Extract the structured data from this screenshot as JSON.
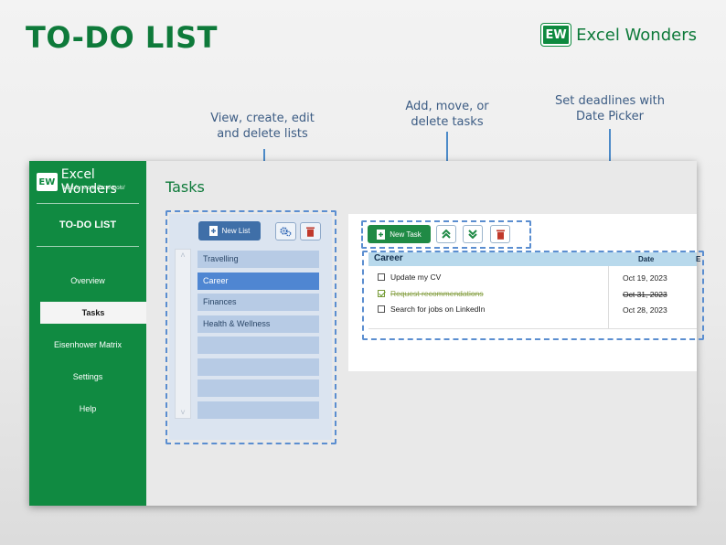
{
  "header": {
    "title": "TO-DO LIST",
    "brand_logo": "EW",
    "brand_name": "Excel Wonders"
  },
  "callouts": {
    "lists": [
      "View, create, edit",
      "and delete lists"
    ],
    "tasks": [
      "Add, move, or",
      "delete tasks"
    ],
    "deadlines": [
      "Set deadlines with",
      "Date Picker"
    ]
  },
  "sidebar": {
    "logo": "EW",
    "brand": "Excel Wonders",
    "subtitle": "Visit for more Excel tools!",
    "title": "TO-DO LIST",
    "items": [
      {
        "label": "Overview",
        "active": false
      },
      {
        "label": "Tasks",
        "active": true
      },
      {
        "label": "Eisenhower Matrix",
        "active": false
      },
      {
        "label": "Settings",
        "active": false
      },
      {
        "label": "Help",
        "active": false
      }
    ]
  },
  "main": {
    "page_title": "Tasks",
    "new_list_label": "New List",
    "lists": [
      "Travelling",
      "Career",
      "Finances",
      "Health & Wellness",
      "",
      "",
      "",
      ""
    ],
    "selected_list": "Career",
    "new_task_label": "New Task",
    "task_category": "Career",
    "date_column": "Date",
    "extra_column": "E",
    "tasks": [
      {
        "label": "Update my CV",
        "date": "Oct 19, 2023",
        "done": false
      },
      {
        "label": "Request recommendations",
        "date": "Oct 31, 2023",
        "done": true
      },
      {
        "label": "Search for jobs on LinkedIn",
        "date": "Oct 28, 2023",
        "done": false
      }
    ]
  },
  "icons": {
    "add_list": "doc-plus-icon",
    "settings": "gear-icon",
    "delete": "trash-icon",
    "move_up": "chevron-double-up-icon",
    "move_down": "chevron-double-down-icon"
  },
  "colors": {
    "brand_green": "#108a41",
    "accent_blue": "#4f86d2",
    "delete_red": "#c0392b"
  }
}
